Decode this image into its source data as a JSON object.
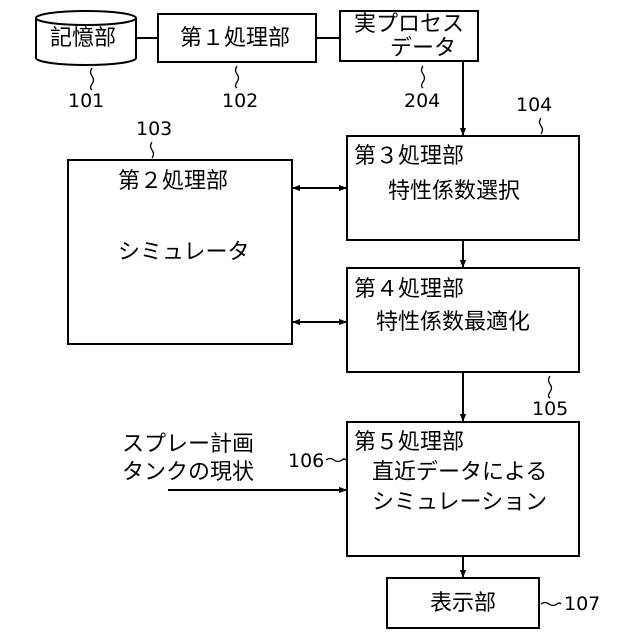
{
  "blocks": {
    "storage": {
      "label": "記憶部",
      "ref": "101"
    },
    "proc1": {
      "label": "第１処理部",
      "ref": "102"
    },
    "process_data": {
      "label_line1": "実プロセス",
      "label_line2": "データ",
      "ref": "204"
    },
    "proc2": {
      "title": "第２処理部",
      "body": "シミュレータ",
      "ref": "103"
    },
    "proc3": {
      "title": "第３処理部",
      "body": "特性係数選択",
      "ref": "104"
    },
    "proc4": {
      "title": "第４処理部",
      "body": "特性係数最適化",
      "ref": "105"
    },
    "proc5": {
      "title": "第５処理部",
      "body_line1": "直近データによる",
      "body_line2": "シミュレーション",
      "ref": "106"
    },
    "display": {
      "label": "表示部",
      "ref": "107"
    }
  },
  "inputs": {
    "line1": "スプレー計画",
    "line2": "タンクの現状"
  }
}
